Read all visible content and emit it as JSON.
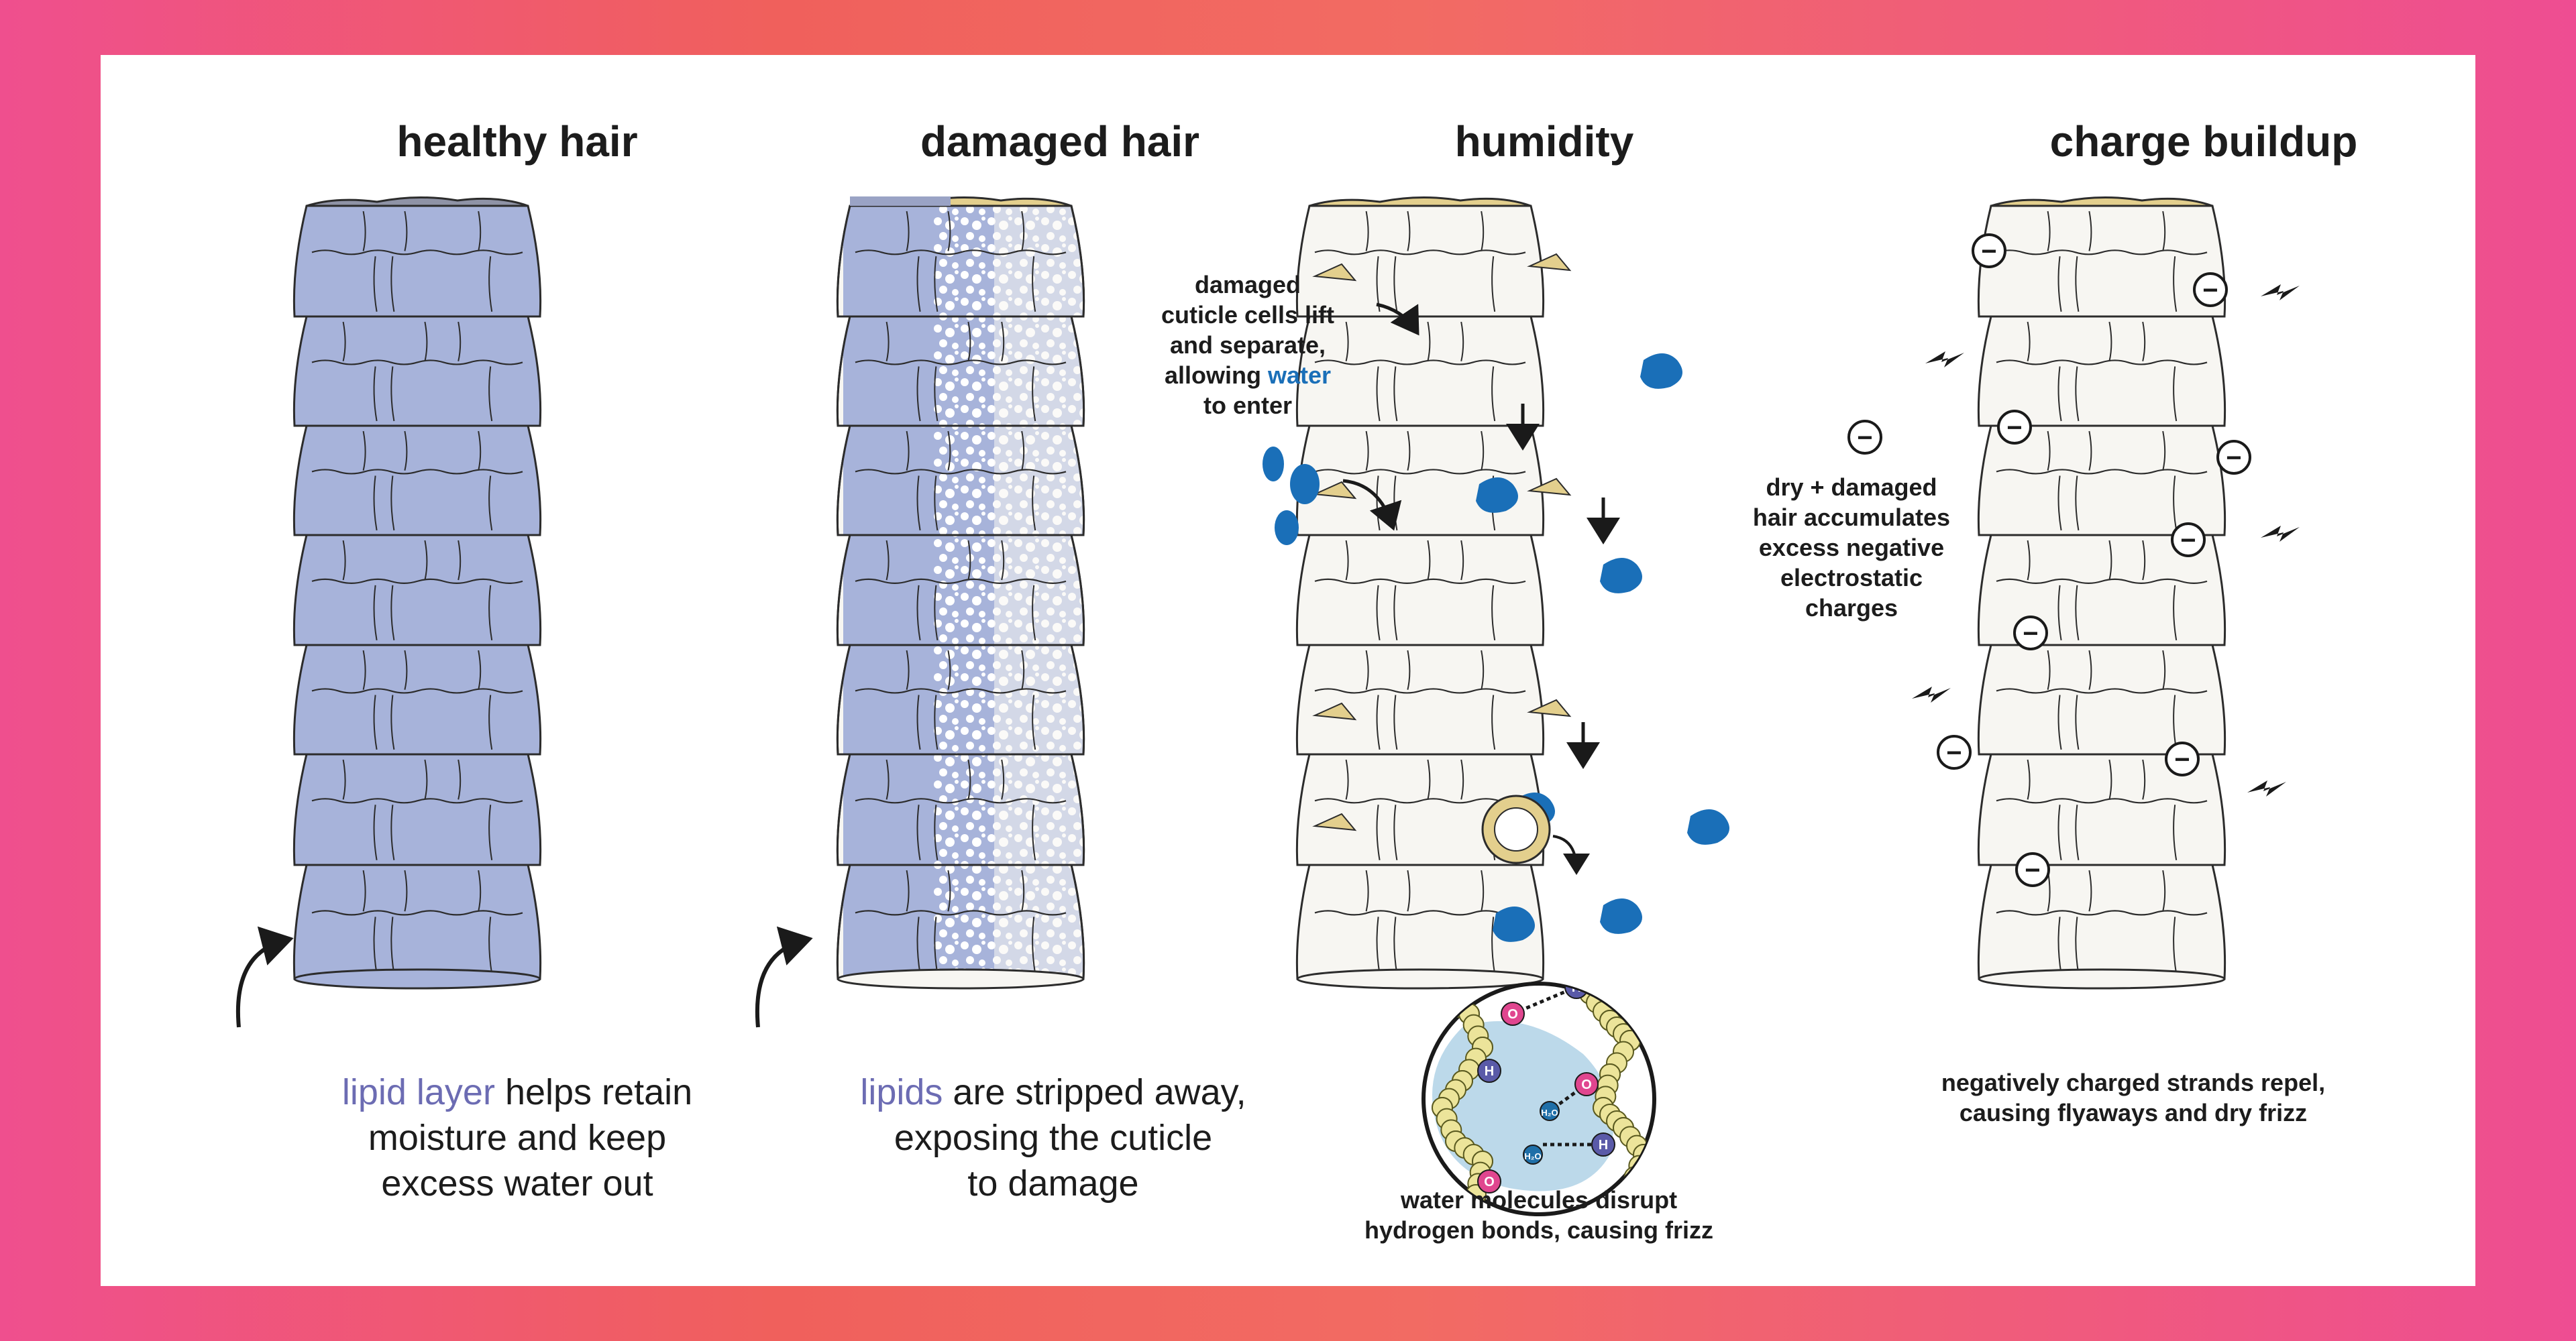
{
  "panels": [
    {
      "title": "healthy hair",
      "caption_highlight": "lipid layer",
      "caption_rest_1": " helps retain",
      "caption_line_2": "moisture and keep",
      "caption_line_3": "excess water out"
    },
    {
      "title": "damaged hair",
      "caption_highlight": "lipids",
      "caption_rest_1": " are stripped away,",
      "caption_line_2": "exposing the cuticle",
      "caption_line_3": "to damage"
    },
    {
      "title": "humidity",
      "annotation_line_1": "damaged",
      "annotation_line_2": "cuticle cells lift",
      "annotation_line_3": "and separate,",
      "annotation_line_4_prefix": "allowing ",
      "annotation_line_4_highlight": "water",
      "annotation_line_5": "to enter",
      "caption_line_1": "water molecules disrupt",
      "caption_line_2": "hydrogen bonds, causing frizz",
      "molecule_labels": {
        "oxygen": "O",
        "hydrogen": "H",
        "water": "H₂O"
      }
    },
    {
      "title": "charge buildup",
      "annotation_line_1": "dry + damaged",
      "annotation_line_2": "hair accumulates",
      "annotation_line_3": "excess negative",
      "annotation_line_4": "electrostatic",
      "annotation_line_5": "charges",
      "caption_line_1": "negatively charged strands repel,",
      "caption_line_2": "causing flyaways and dry frizz",
      "charge_symbol": "−"
    }
  ],
  "colors": {
    "lipid": "#a7b3da",
    "lipid_text": "#6c6cb3",
    "cuticle": "#f7f6f2",
    "cortex": "#e3cf8d",
    "water": "#1a6fb8",
    "outline": "#2c2c2c",
    "frame_pink": "#ef4f8e",
    "frame_coral": "#f0605c"
  }
}
